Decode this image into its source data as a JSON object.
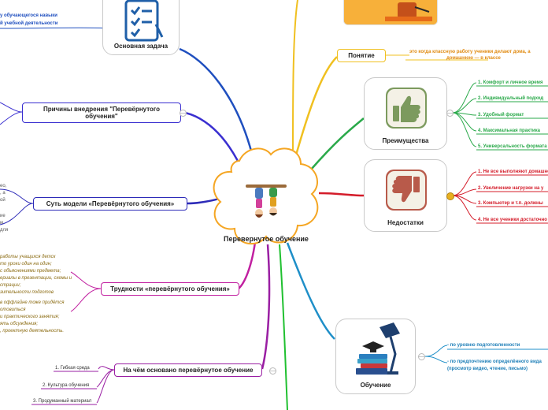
{
  "center": {
    "title": "Перевернутое обучение"
  },
  "top_task": {
    "title": "Основная задача",
    "text_lines": [
      "у обучающегося навыки",
      "й учебной деятельности"
    ]
  },
  "reasons": {
    "title_line1": "Причины внедрения \"Перевёрнутого",
    "title_line2": "обучения\""
  },
  "essence": {
    "title": "Суть модели «Перевёрнутого обучения»",
    "text_lines_a": [
      "ео,",
      ", а",
      "ой"
    ],
    "text_lines_b": [
      "ие",
      "м",
      "для"
    ]
  },
  "difficulties": {
    "title": "Трудности «перевёрнутого обучения»",
    "text_lines_a": [
      "работы учащихся детск",
      "то уроки один на один;",
      "с объяснениями предмета;",
      "ериалы в презентации, схемы и",
      "страции;",
      "зительности подготов"
    ],
    "text_lines_b": [
      "в оффлайне тоже придётся",
      "отовиться",
      "и практического занятия;",
      "ять обсуждения;",
      ", проектную деятельность."
    ]
  },
  "based_on": {
    "title": "На чём основано перевёрнутое обучение",
    "items": [
      "1. Гибкая среда",
      "2. Культура обучения",
      "3. Продуманный материал"
    ]
  },
  "concept": {
    "title": "Понятие",
    "text_line1": "это когда классную работу ученики делают дома, а",
    "text_line2": "домашнюю — в классе"
  },
  "advantages": {
    "title": "Преимущества",
    "items": [
      "1. Комфорт и личное время",
      "2. Индивидуальный подход",
      "3. Удобный формат",
      "4. Максимальная практика",
      "5. Универсальность формата"
    ]
  },
  "disadvantages": {
    "title": "Недостатки",
    "items": [
      "1. Не все выполняют домашнее",
      "2. Увеличение нагрузки на у",
      "3. Компьютер и т.п. должны",
      "4. Не все ученики достаточно"
    ]
  },
  "learning": {
    "title": "Обучение",
    "items": [
      "- по уровню подготовленности",
      "- по предпочтению определённого вида",
      "(просмотр видео, чтение, письмо)"
    ]
  },
  "colors": {
    "top_task": "#1f4fbf",
    "reasons": "#3a2fd0",
    "essence": "#2d2bb8",
    "difficulties": "#c11fa0",
    "based_on": "#9a1fa3",
    "concept": "#f0c020",
    "advantages": "#2aa94a",
    "disadvantages": "#d41c2a",
    "learning": "#1f8fc8",
    "bottom": "#20c030",
    "concept_text": "#e08a10",
    "center_border": "#f5a623"
  }
}
